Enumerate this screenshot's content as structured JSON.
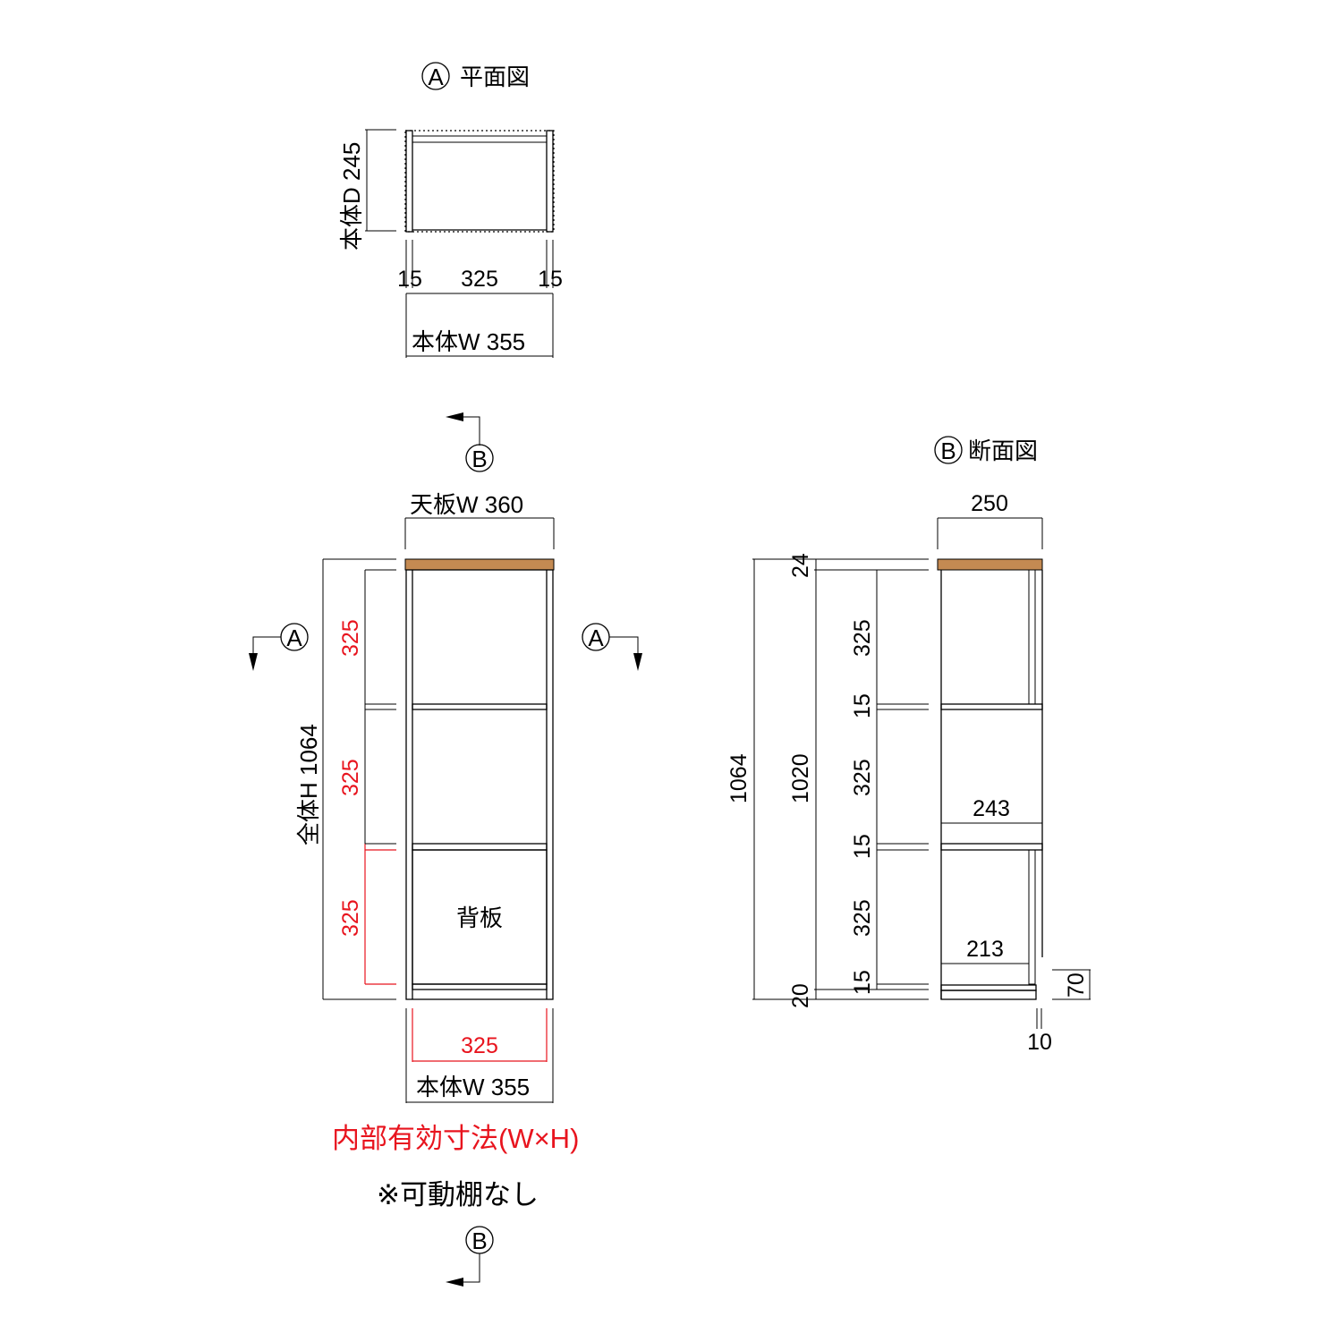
{
  "plan": {
    "marker": "A",
    "title": "平面図",
    "depth_label": "本体D 245",
    "dim_left": "15",
    "dim_mid": "325",
    "dim_right": "15",
    "width_label": "本体W 355"
  },
  "front": {
    "section_marker": "B",
    "section_left_marker": "A",
    "section_right_marker": "A",
    "top_label": "天板W 360",
    "height_label": "全体H 1064",
    "inner_heights": [
      "325",
      "325",
      "325"
    ],
    "back_panel_label": "背板",
    "inner_width": "325",
    "width_label": "本体W 355",
    "note_effective": "内部有効寸法(W×H)",
    "note_shelf": "※可動棚なし",
    "bottom_marker": "B"
  },
  "section": {
    "marker": "B",
    "title": "断面図",
    "depth": "250",
    "overall": "1064",
    "body": "1020",
    "top": "24",
    "base": "20",
    "stack": [
      "325",
      "15",
      "325",
      "15",
      "325",
      "15"
    ],
    "shelf_depth_mid": "243",
    "shelf_depth_low": "213",
    "plinth": "70",
    "offset": "10"
  },
  "colors": {
    "top_board": "#c48a52",
    "accent": "#e8141e"
  }
}
